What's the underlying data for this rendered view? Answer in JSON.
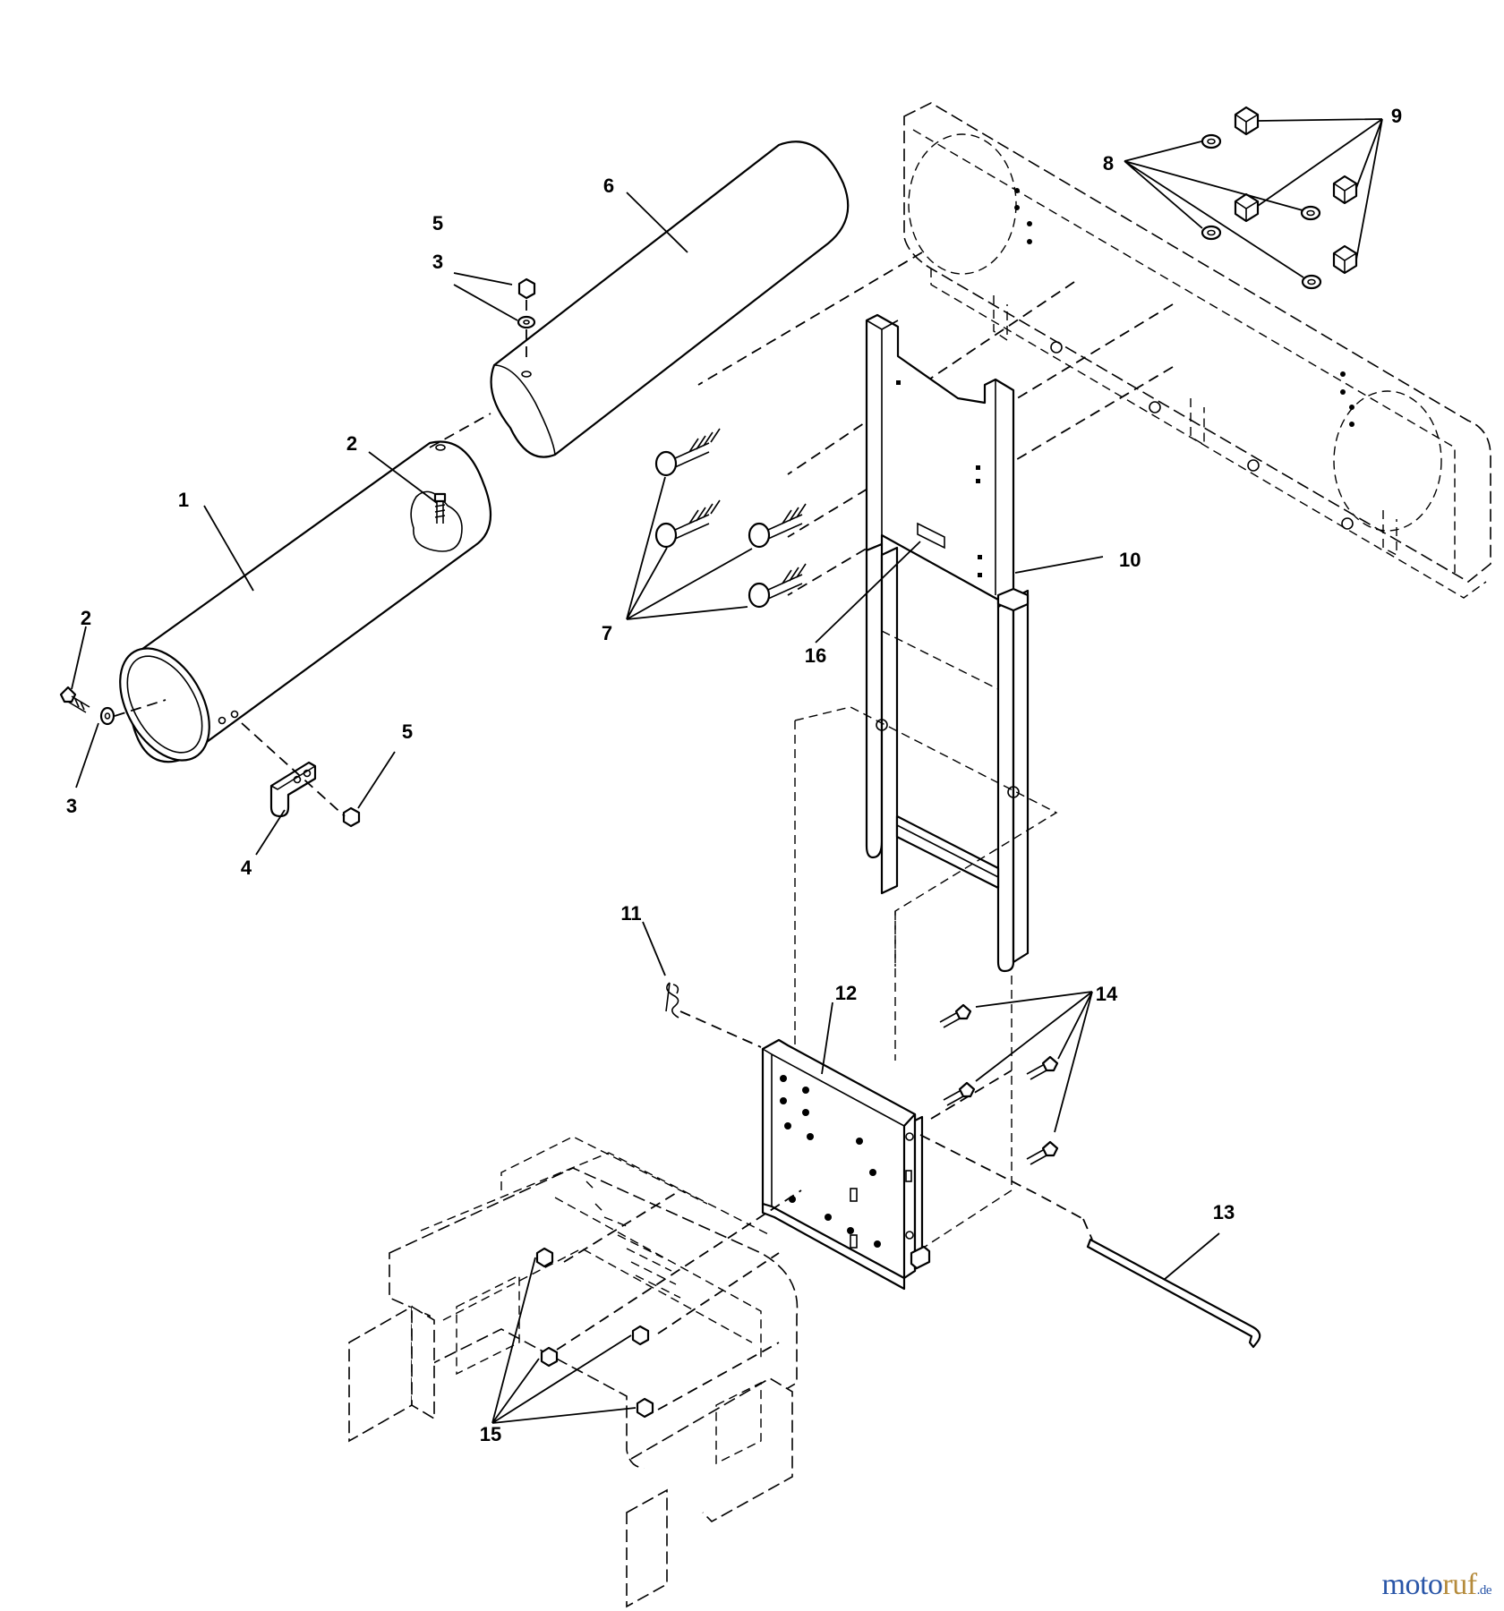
{
  "diagram": {
    "callouts": {
      "c1": "1",
      "c2a": "2",
      "c2b": "2",
      "c3a": "3",
      "c3b": "3",
      "c4": "4",
      "c5a": "5",
      "c5b": "5",
      "c6": "6",
      "c7": "7",
      "c8": "8",
      "c9": "9",
      "c10": "10",
      "c11": "11",
      "c12": "12",
      "c13": "13",
      "c14": "14",
      "c15": "15",
      "c16": "16"
    }
  },
  "watermark": {
    "part1": "moto",
    "part2": "ruf",
    "part3": ".de"
  }
}
